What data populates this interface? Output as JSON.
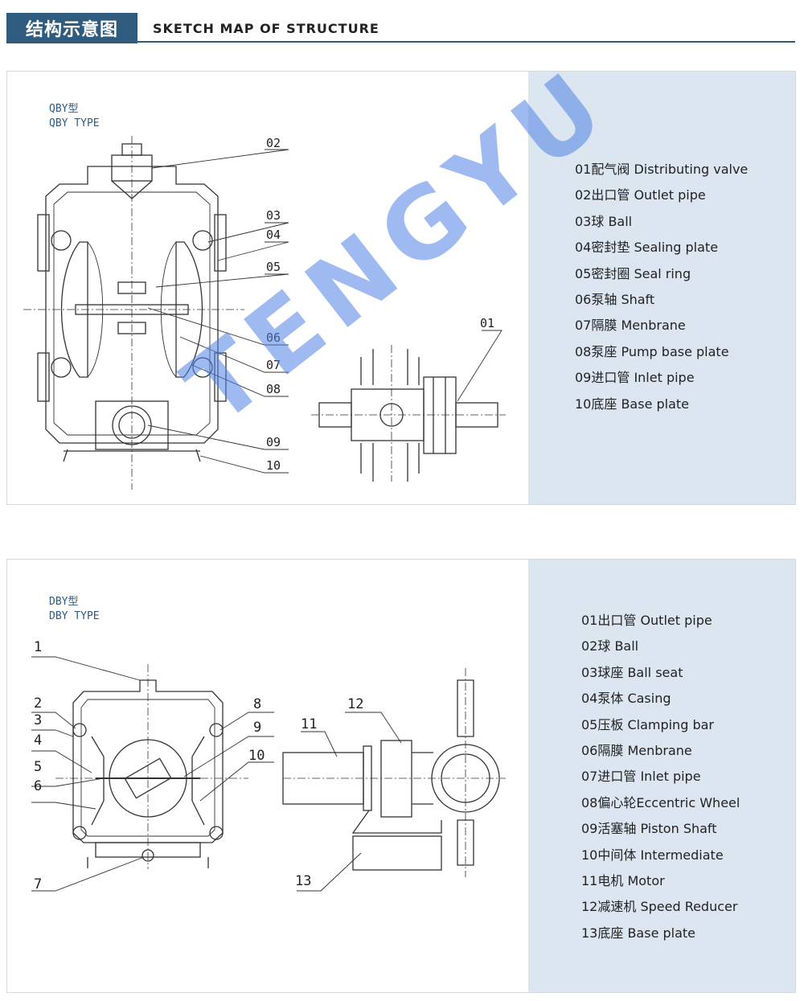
{
  "header": {
    "title_cn": "结构示意图",
    "title_en": "SKETCH MAP OF STRUCTURE"
  },
  "colors": {
    "header_bg": "#2f5b7f",
    "legend_bg": "#dbe6f1",
    "watermark": "#5082e6"
  },
  "qby": {
    "type_cn": "QBY型",
    "type_en": "QBY TYPE",
    "callouts": [
      "02",
      "03",
      "04",
      "05",
      "06",
      "07",
      "08",
      "09",
      "10",
      "01"
    ],
    "legend": [
      "01配气阀   Distributing valve",
      "02出口管  Outlet pipe",
      "03球   Ball",
      "04密封垫   Sealing plate",
      "05密封圈   Seal ring",
      "06泵轴   Shaft",
      "07隔膜   Menbrane",
      "08泵座   Pump base plate",
      "09进口管  Inlet  pipe",
      "10底座   Base plate"
    ]
  },
  "dby": {
    "type_cn": "DBY型",
    "type_en": "DBY TYPE",
    "callouts": [
      "1",
      "2",
      "3",
      "4",
      "5",
      "6",
      "7",
      "8",
      "9",
      "10",
      "11",
      "12",
      "13"
    ],
    "legend": [
      "01出口管  Outlet pipe",
      "02球  Ball",
      "03球座  Ball seat",
      "04泵体  Casing",
      "05压板  Clamping bar",
      "06隔膜  Menbrane",
      "07进口管  Inlet pipe",
      "08偏心轮Eccentric Wheel",
      "09活塞轴  Piston Shaft",
      "10中间体  Intermediate",
      "11电机  Motor",
      "12减速机  Speed Reducer",
      "13底座  Base plate"
    ]
  },
  "watermark": "TENGYU"
}
